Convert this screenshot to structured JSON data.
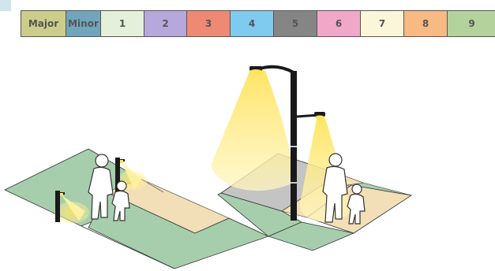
{
  "tabs": [
    {
      "label": "Major",
      "color": "#cccd8a"
    },
    {
      "label": "Minor",
      "color": "#70a6bb"
    },
    {
      "label": "1",
      "color": "#e4f0d9"
    },
    {
      "label": "2",
      "color": "#b7a8db"
    },
    {
      "label": "3",
      "color": "#ee8a73"
    },
    {
      "label": "4",
      "color": "#7fcbef"
    },
    {
      "label": "5",
      "color": "#858585"
    },
    {
      "label": "6",
      "color": "#f1a8c8"
    },
    {
      "label": "7",
      "color": "#fbf6da"
    },
    {
      "label": "8",
      "color": "#f9b983"
    },
    {
      "label": "9",
      "color": "#b4d29b"
    }
  ],
  "palette": {
    "green_grass": "#a6ceac",
    "path_tan": "#f2dfb7",
    "asphalt_grey": "#c4c4c4",
    "pole_black": "#1a1a1a",
    "light_yellow": "#fff3a3",
    "lamp_yellow": "#ffe35a"
  }
}
